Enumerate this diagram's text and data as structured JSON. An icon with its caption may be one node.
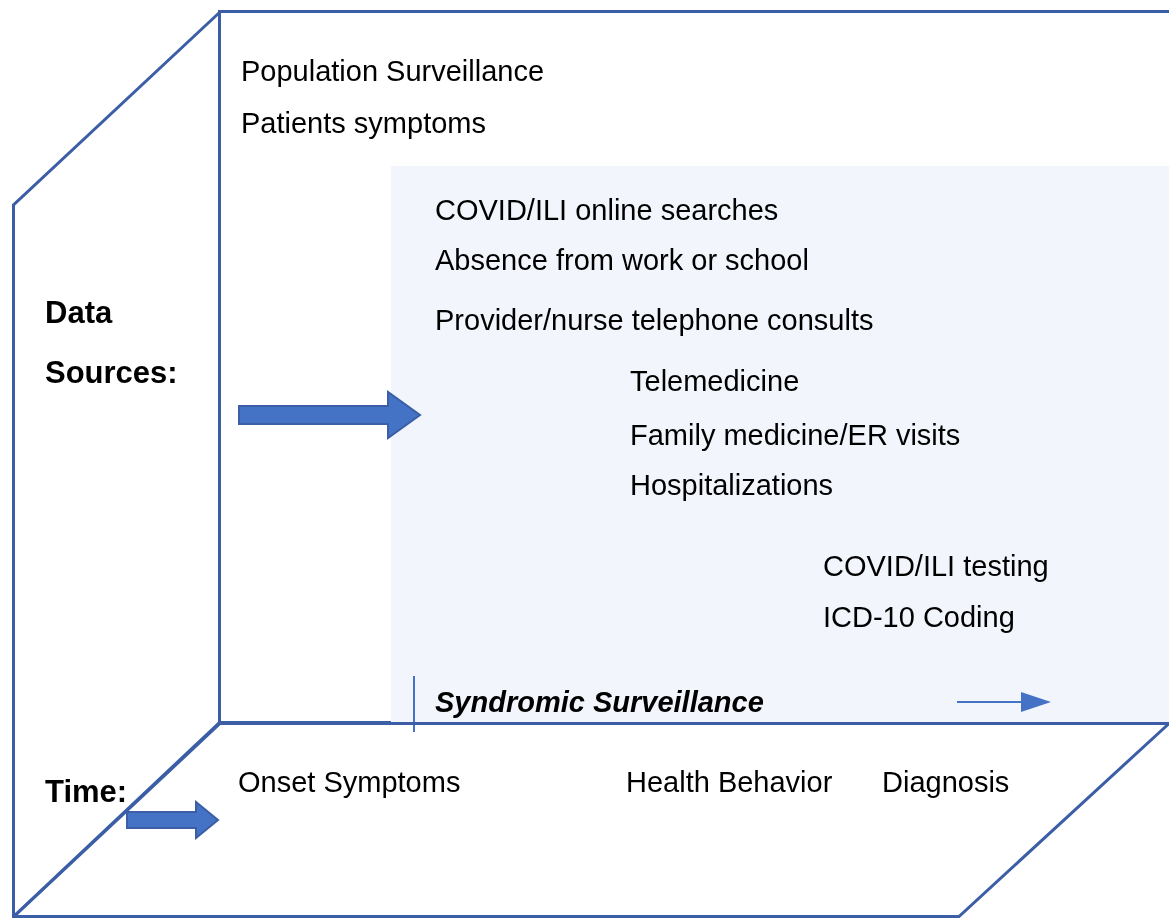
{
  "diagram": {
    "nodes": [
      {
        "text": [
          "Population Surveillance",
          "Patients symptoms"
        ]
      },
      {
        "text": [
          "COVID/ILI online searches",
          "Absence from work or school",
          "Provider/nurse telephone consults",
          "Telemedicine",
          "Family medicine/ER visits",
          "Hospitalizations",
          "COVID/ILI testing",
          "ICD-10 Coding",
          "Syndromic Surveillance"
        ],
        "in": 0
      },
      {
        "text": [
          "Onset Symptoms",
          "Health Behavior",
          "Diagnosis"
        ]
      }
    ],
    "labels": [
      "Data Sources:",
      "Time:"
    ]
  }
}
